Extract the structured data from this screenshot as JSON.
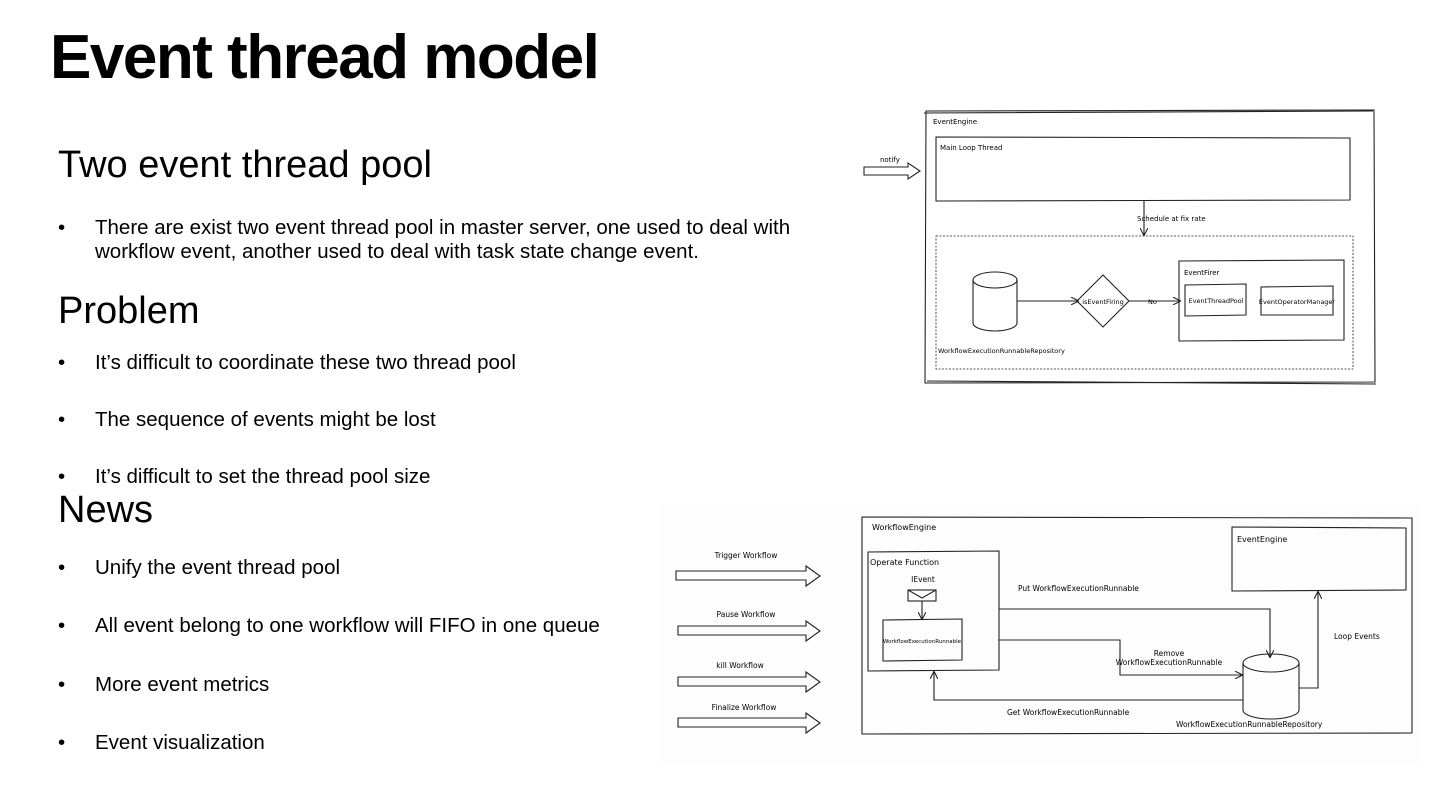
{
  "slide": {
    "title": "Event thread model",
    "sections": [
      {
        "heading": "Two event thread pool",
        "bullets": [
          "There are exist two event thread pool in master server, one used to deal with workflow event, another used to deal with task state change event."
        ]
      },
      {
        "heading": "Problem",
        "bullets": [
          "It’s difficult to coordinate these two thread pool",
          "The sequence of events might be lost",
          "It’s difficult to set the thread pool size"
        ]
      },
      {
        "heading": "News",
        "bullets": [
          "Unify the event thread pool",
          "All event belong to one workflow will FIFO in one queue",
          "More event metrics",
          "Event visualization"
        ]
      }
    ],
    "bullet_symbol": "•"
  },
  "diagram_top": {
    "event_engine": "EventEngine",
    "main_loop_thread": "Main Loop Thread",
    "notify": "notify",
    "schedule": "Schedule at fix rate",
    "decision": "isEventFiring",
    "no_label": "No",
    "event_firer": "EventFirer",
    "event_thread_pool": "EventThreadPool",
    "event_operator_manager": "EventOperatorManager",
    "repository": "WorkflowExecutionRunnableRepository"
  },
  "diagram_bottom": {
    "workflow_engine": "WorkflowEngine",
    "event_engine": "EventEngine",
    "operate_function": "Operate Function",
    "ievent": "IEvent",
    "runnable": "WorkflowExecutionRunnable",
    "put": "Put WorkflowExecutionRunnable",
    "remove_1": "Remove",
    "remove_2": "WorkflowExecutionRunnable",
    "get": "Get WorkflowExecutionRunnable",
    "loop_events": "Loop Events",
    "repository": "WorkflowExecutionRunnableRepository",
    "triggers": [
      "Trigger Workflow",
      "Pause Workflow",
      "kill Workflow",
      "Finalize Workflow"
    ]
  }
}
